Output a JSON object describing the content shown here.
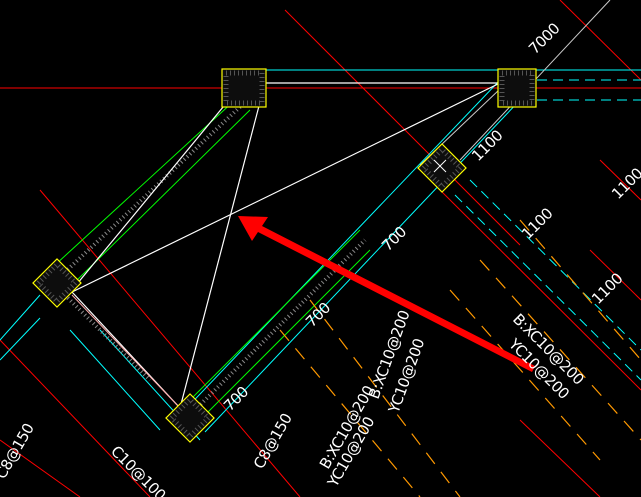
{
  "drawing": {
    "colors": {
      "background": "#000000",
      "red_line": "#ff0000",
      "cyan_line": "#00ffff",
      "green_line": "#00ff00",
      "yellow_column": "#ffff00",
      "white_line": "#ffffff",
      "orange_dash": "#ff9900",
      "arrow": "#ff0000",
      "pink_line": "#ffaaaa"
    },
    "dimensions": {
      "d7000": "7000",
      "d1100_a": "1100",
      "d1100_b": "1100",
      "d1100_c": "1100",
      "d1100_d": "1100",
      "d700_a": "700",
      "d700_b": "700",
      "d700_c": "700"
    },
    "notes": {
      "beam_a_line1": "B:XC10@200",
      "beam_a_line2": "YC10@200",
      "beam_b_line1": "B:XC10@200",
      "beam_b_line2": "YC10@200",
      "beam_c_line1": "B:XC10@200",
      "beam_c_line2": "YC10@200",
      "stirrup_a": "C8@150",
      "stirrup_b": "C10@100",
      "stirrup_c": "C8@150"
    },
    "icons": {
      "arrow": "pointer-arrow-icon",
      "cross_marker": "cross-marker-icon"
    }
  }
}
